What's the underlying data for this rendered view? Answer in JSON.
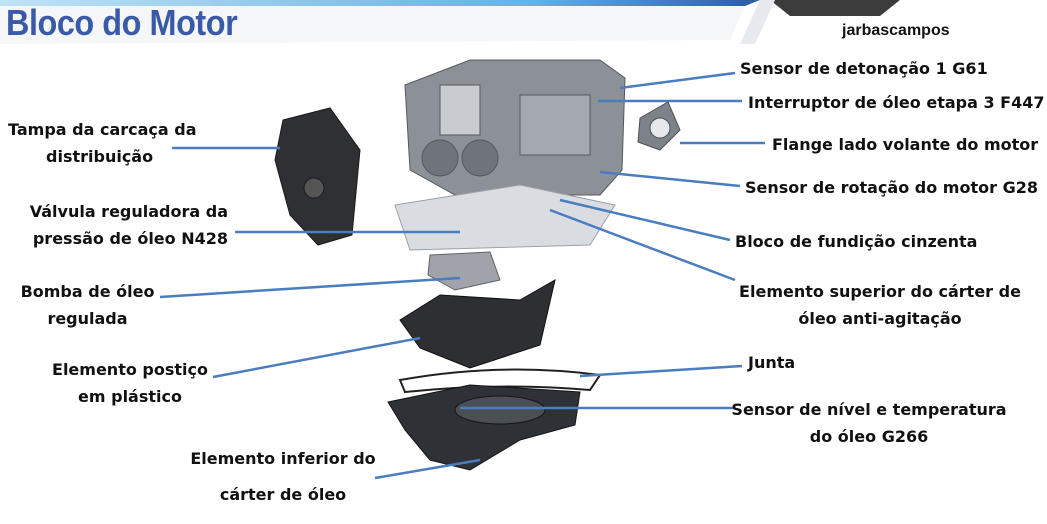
{
  "header": {
    "title": "Bloco do Motor",
    "watermark": "jarbascampos"
  },
  "labels": {
    "knock_sensor": "Sensor de detonação 1 G61",
    "oil_switch": "Interruptor de óleo etapa 3 F447",
    "flange": "Flange lado volante do motor",
    "speed_sensor": "Sensor de rotação do motor G28",
    "block": "Bloco de fundição cinzenta",
    "upper_sump_1": "Elemento superior do cárter de",
    "upper_sump_2": "óleo anti-agitação",
    "gasket": "Junta",
    "level_sensor_1": "Sensor de nível e temperatura",
    "level_sensor_2": "do óleo G266",
    "timing_cover_1": "Tampa da carcaça da",
    "timing_cover_2": "distribuição",
    "valve_1": "Válvula reguladora da",
    "valve_2": "pressão de óleo N428",
    "pump_1": "Bomba de óleo",
    "pump_2": "regulada",
    "insert_1": "Elemento postiço",
    "insert_2": "em plástico",
    "lower_sump_1": "Elemento inferior do",
    "lower_sump_2": "cárter de óleo"
  },
  "colors": {
    "title": "#3a5aa8",
    "leader": "#4a7cc0"
  }
}
